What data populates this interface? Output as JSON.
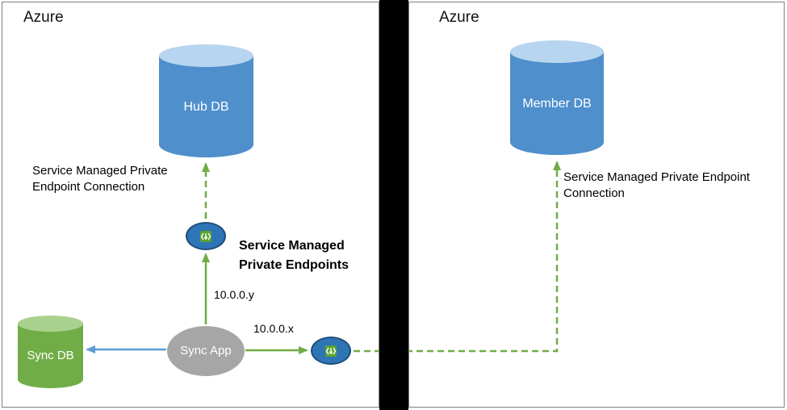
{
  "panels": {
    "left": {
      "title": "Azure"
    },
    "right": {
      "title": "Azure"
    }
  },
  "nodes": {
    "hub_db": "Hub DB",
    "member_db": "Member DB",
    "sync_db": "Sync DB",
    "sync_app": "Sync App"
  },
  "labels": {
    "left_connection": "Service Managed Private Endpoint Connection",
    "right_connection": "Service Managed Private Endpoint Connection",
    "private_endpoints_title": "Service Managed Private Endpoints",
    "ip_y": "10.0.0.y",
    "ip_x": "10.0.0.x"
  },
  "icons": {
    "private_endpoint": "private-endpoint-icon"
  },
  "colors": {
    "db_blue": "#4E8FCC",
    "db_blue_top": "#B7D5EE",
    "db_green": "#70AD47",
    "db_green_top": "#A9D18E",
    "app_gray": "#A6A6A6",
    "arrow_green": "#70AD47",
    "arrow_blue": "#5B9BD5",
    "endpoint_fill_blue": "#2E75B6",
    "endpoint_border_blue": "#1F4E79",
    "endpoint_icon_green": "#5AA331",
    "boundary_black": "#000000"
  }
}
